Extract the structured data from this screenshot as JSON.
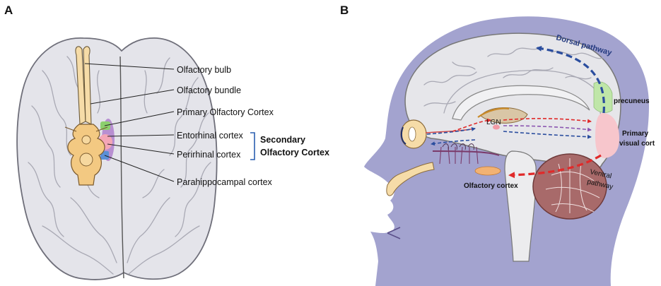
{
  "panel_a": {
    "letter": "A",
    "labels": {
      "olfactory_bulb": "Olfactory bulb",
      "olfactory_bundle": "Olfactory bundle",
      "primary_olfactory_cortex": "Primary Olfactory Cortex",
      "entorhinal_cortex": "Entorhinal cortex",
      "perirhinal_cortex": "Perirhinal cortex",
      "parahippocampal_cortex": "Parahippocampal cortex",
      "secondary_line1": "Secondary",
      "secondary_line2": "Olfactory Cortex"
    },
    "colors": {
      "primary_olfactory": "#8ccf6e",
      "entorhinal": "#b58ad0",
      "perirhinal": "#f4a6b6",
      "parahippocampal": "#5a8fd6"
    }
  },
  "panel_b": {
    "letter": "B",
    "labels": {
      "dorsal_pathway": "Dorsal pathway",
      "ventral_line1": "Ventral",
      "ventral_line2": "pathway",
      "precuneus": "precuneus",
      "primary_visual_line1": "Primary",
      "primary_visual_line2": "visual cort",
      "lgn": "LGN",
      "olfactory_cortex": "Olfactory cortex"
    },
    "colors": {
      "head": "#a3a3cf",
      "dorsal_arrow": "#2a4d9e",
      "ventral_arrow": "#e02a2a",
      "precuneus": "#bfe6a8",
      "primary_visual": "#f7c6cc",
      "olfactory_cortex": "#f2b273"
    }
  }
}
